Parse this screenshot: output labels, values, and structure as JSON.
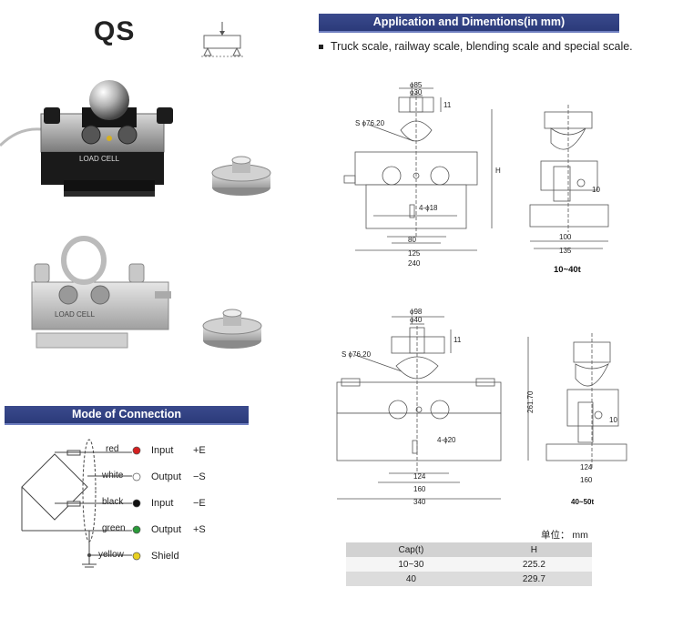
{
  "product": {
    "model": "QS"
  },
  "application": {
    "banner": "Application and Dimentions(in mm)",
    "description": "Truck scale, railway scale, blending scale and  special scale."
  },
  "photos": {
    "cell_text_1": "LOAD  CELL",
    "cell_text_2": "LOAD  CELL"
  },
  "drawing_1": {
    "dims": {
      "d85": "ϕ85",
      "d30": "ϕ30",
      "h11": "11",
      "s7620": "S ϕ76.20",
      "H": "H",
      "hole": "4-ϕ18",
      "w80": "80",
      "w125": "125",
      "w240": "240",
      "w100": "100",
      "w135": "135",
      "t10": "10"
    },
    "caption": "10~40t"
  },
  "drawing_2": {
    "dims": {
      "d98": "ϕ98",
      "d40": "ϕ40",
      "h11": "11",
      "s7620": "S ϕ76.20",
      "h26170": "261.70",
      "hole": "4-ϕ20",
      "w124": "124",
      "w160": "160",
      "w340": "340",
      "w124b": "124",
      "w160b": "160",
      "t10": "10"
    },
    "caption": "40~50t"
  },
  "connection": {
    "banner": "Mode of Connection",
    "wires": [
      {
        "color_name": "red",
        "dot": "#d42020",
        "signal": "Input",
        "polarity": "+E"
      },
      {
        "color_name": "white",
        "dot": "#ffffff",
        "signal": "Output",
        "polarity": "−S"
      },
      {
        "color_name": "black",
        "dot": "#111111",
        "signal": "Input",
        "polarity": "−E"
      },
      {
        "color_name": "green",
        "dot": "#2a9a3a",
        "signal": "Output",
        "polarity": "+S"
      },
      {
        "color_name": "yellow",
        "dot": "#e8d020",
        "signal": "Shield",
        "polarity": ""
      }
    ]
  },
  "spec_table": {
    "unit": "单位：  mm",
    "headers": [
      "Cap(t)",
      "H"
    ],
    "rows": [
      [
        "10~30",
        "225.2"
      ],
      [
        "40",
        "229.7"
      ]
    ]
  }
}
